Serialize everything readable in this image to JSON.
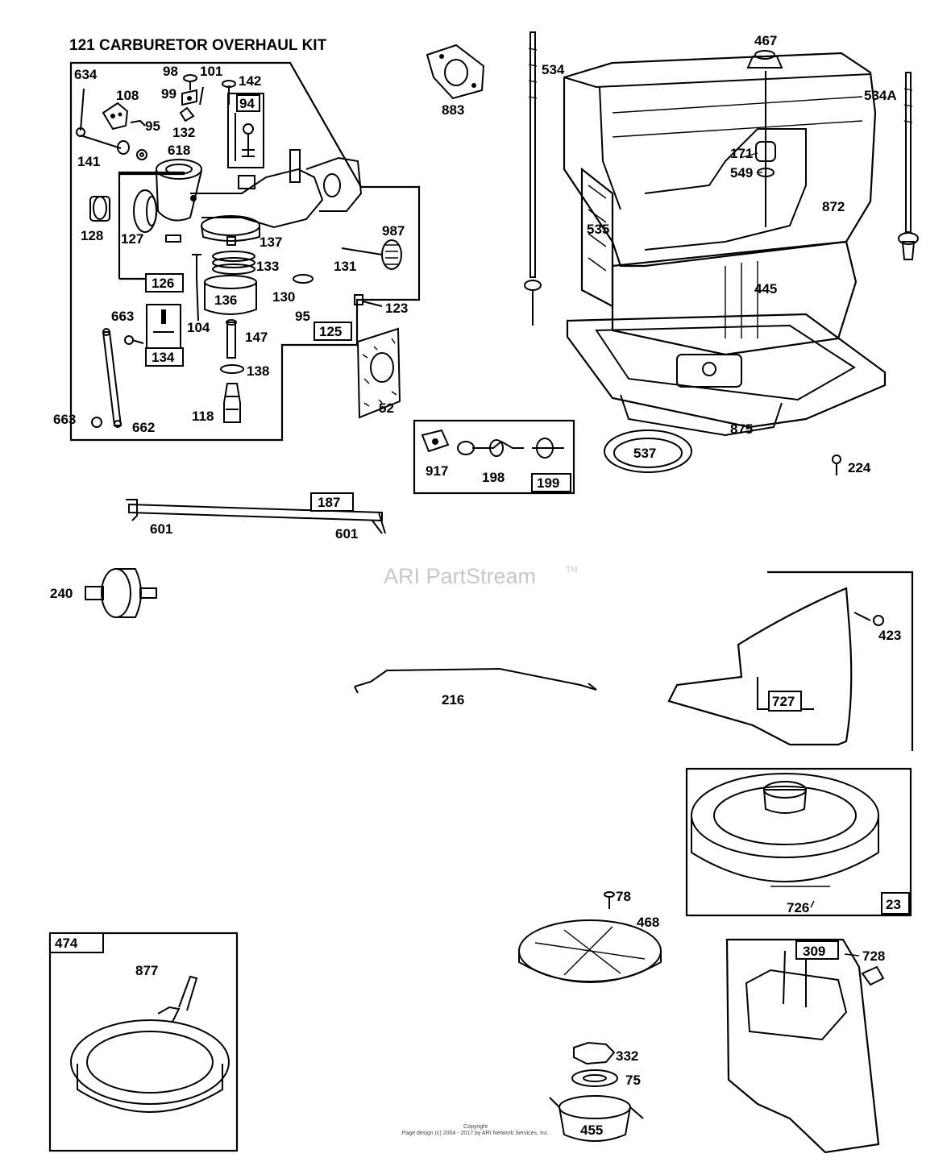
{
  "kit": {
    "title": "121 CARBURETOR OVERHAUL KIT"
  },
  "watermark": {
    "text": "ARI PartStream",
    "tm": "TM"
  },
  "footer": {
    "line1": "Copyright",
    "line2": "Page design (c) 2004 - 2017 by ARI Network Services, Inc."
  },
  "labels": {
    "p634": "634",
    "p98": "98",
    "p101": "101",
    "p142": "142",
    "p108": "108",
    "p99": "99",
    "p94": "94",
    "p95a": "95",
    "p132": "132",
    "p141": "141",
    "p618": "618",
    "p128": "128",
    "p127": "127",
    "p137": "137",
    "p987": "987",
    "p133": "133",
    "p131": "131",
    "p126": "126",
    "p136": "136",
    "p130": "130",
    "p95b": "95",
    "p123": "123",
    "p663a": "663",
    "p104": "104",
    "p147": "147",
    "p125": "125",
    "p134": "134",
    "p138": "138",
    "p52": "52",
    "p118": "118",
    "p663b": "663",
    "p662": "662",
    "p883": "883",
    "p534": "534",
    "p467": "467",
    "p534a": "534A",
    "p171": "171",
    "p549": "549",
    "p872": "872",
    "p535": "535",
    "p445": "445",
    "p875": "875",
    "p537": "537",
    "p224": "224",
    "p917": "917",
    "p198": "198",
    "p199": "199",
    "p187": "187",
    "p601a": "601",
    "p601b": "601",
    "p240": "240",
    "p216": "216",
    "p423": "423",
    "p727": "727",
    "p726": "726",
    "p23": "23",
    "p78": "78",
    "p468": "468",
    "p474": "474",
    "p877": "877",
    "p309": "309",
    "p728": "728",
    "p332": "332",
    "p75": "75",
    "p455": "455"
  }
}
